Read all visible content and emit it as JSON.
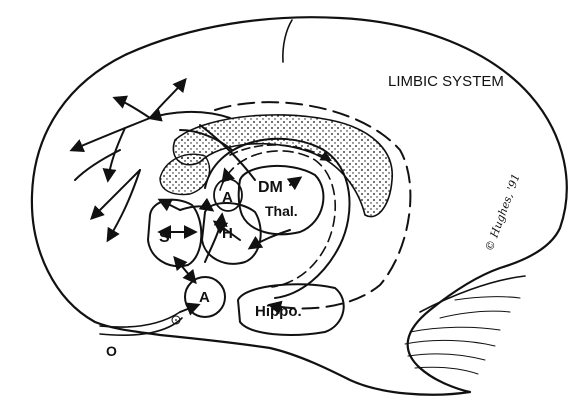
{
  "title": "LIMBIC SYSTEM",
  "signature": "© Hughes, '91",
  "labels": {
    "dm": "DM",
    "thal": "Thal.",
    "a_upper": "A",
    "h": "H",
    "s": "S",
    "a_lower": "A",
    "hippo": "Hippo.",
    "o": "O"
  }
}
